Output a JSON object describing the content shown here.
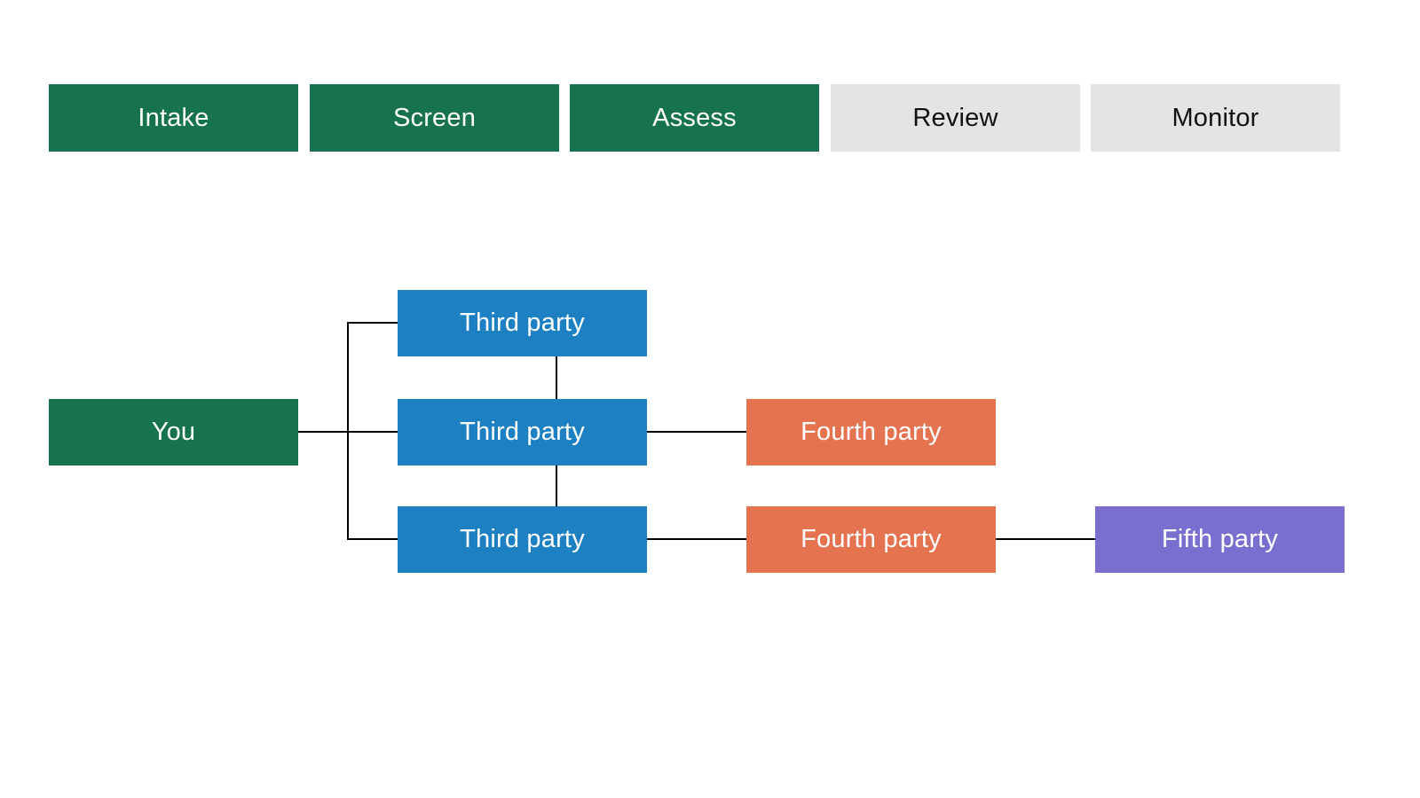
{
  "colors": {
    "green": "#16734d",
    "blue": "#1c80c3",
    "orange": "#e57350",
    "purple": "#7a6fce",
    "gray": "#e4e4e4",
    "line": "#000000",
    "text-light": "#ffffff",
    "text-dark": "#111111"
  },
  "stages": {
    "items": [
      {
        "label": "Intake",
        "state": "highlighted"
      },
      {
        "label": "Screen",
        "state": "highlighted"
      },
      {
        "label": "Assess",
        "state": "highlighted"
      },
      {
        "label": "Review",
        "state": "not-highlighted"
      },
      {
        "label": "Monitor",
        "state": "not-highlighted"
      }
    ]
  },
  "graph": {
    "nodes": [
      {
        "id": "you",
        "label": "You",
        "tier": "you"
      },
      {
        "id": "third-1",
        "label": "Third party",
        "tier": "third"
      },
      {
        "id": "third-2",
        "label": "Third party",
        "tier": "third"
      },
      {
        "id": "third-3",
        "label": "Third party",
        "tier": "third"
      },
      {
        "id": "fourth-1",
        "label": "Fourth party",
        "tier": "fourth"
      },
      {
        "id": "fourth-2",
        "label": "Fourth party",
        "tier": "fourth"
      },
      {
        "id": "fifth-1",
        "label": "Fifth party",
        "tier": "fifth"
      }
    ],
    "edges": [
      {
        "from": "you",
        "to": "third-1"
      },
      {
        "from": "you",
        "to": "third-2"
      },
      {
        "from": "you",
        "to": "third-3"
      },
      {
        "from": "third-1",
        "to": "third-2"
      },
      {
        "from": "third-2",
        "to": "third-3"
      },
      {
        "from": "third-2",
        "to": "fourth-1"
      },
      {
        "from": "third-3",
        "to": "fourth-2"
      },
      {
        "from": "fourth-2",
        "to": "fifth-1"
      }
    ]
  }
}
